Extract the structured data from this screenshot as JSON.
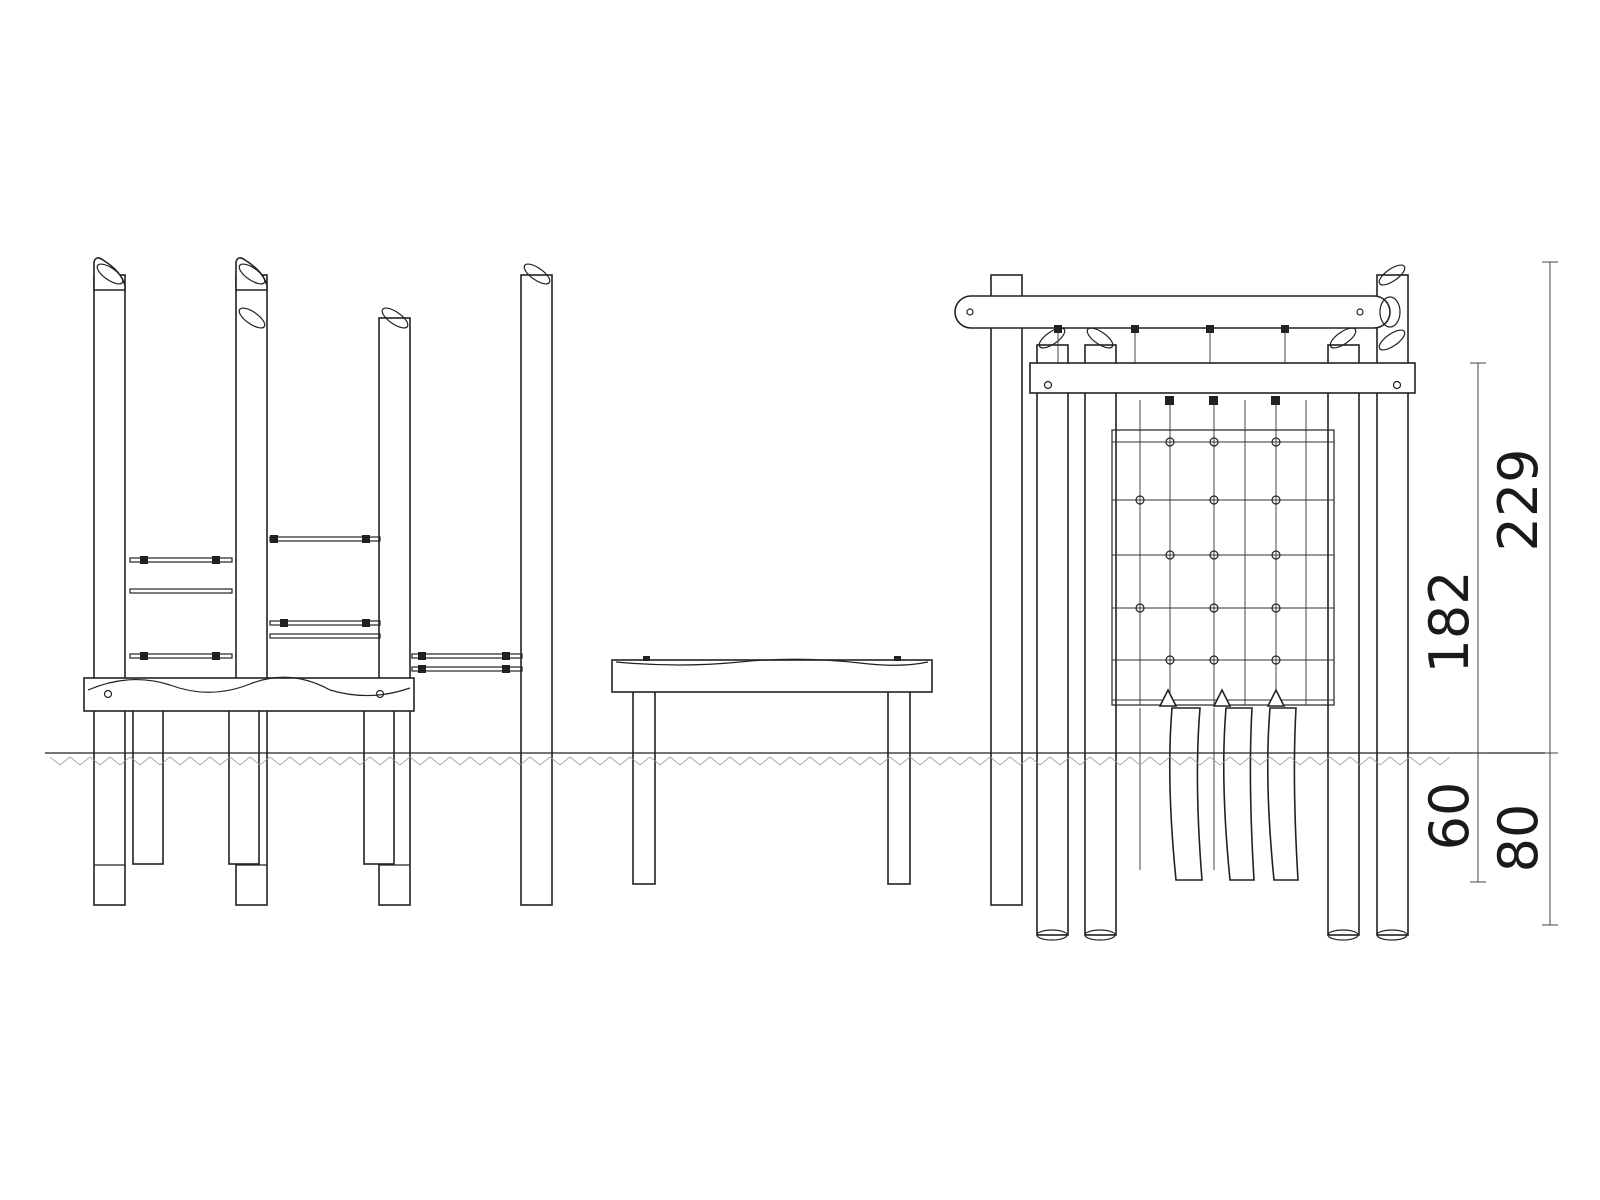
{
  "dimensions": [
    {
      "id": "total-height",
      "value": "229"
    },
    {
      "id": "platform-height",
      "value": "182"
    },
    {
      "id": "inner-depth",
      "value": "60"
    },
    {
      "id": "outer-depth",
      "value": "80"
    }
  ],
  "colors": {
    "line": "#222222",
    "hatch": "#9a9a9a",
    "background": "#ffffff"
  }
}
